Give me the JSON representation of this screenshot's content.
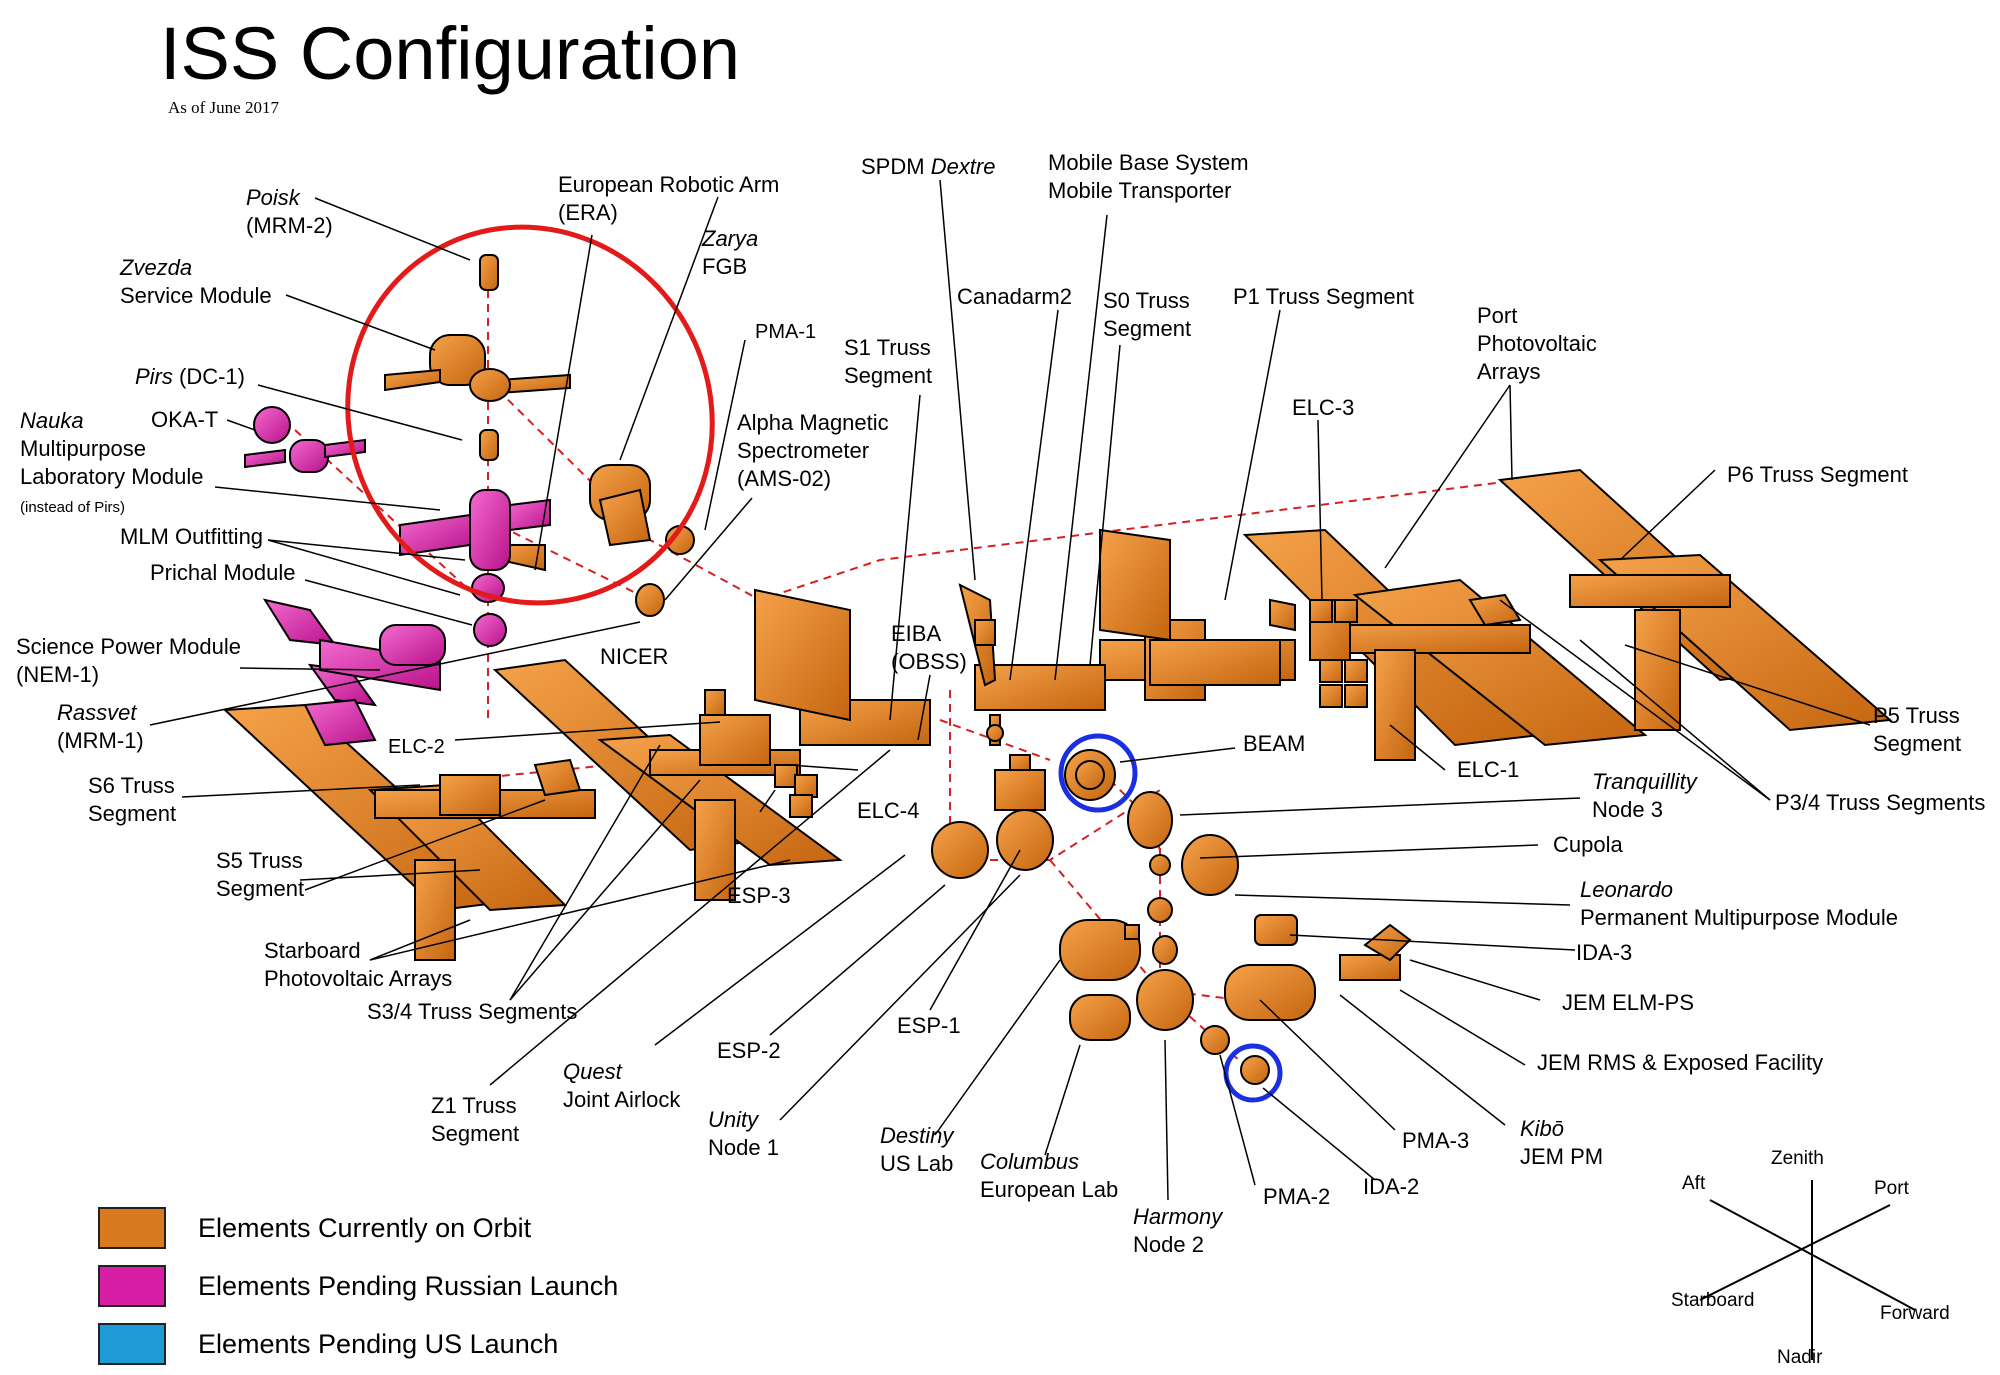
{
  "title": "ISS Configuration",
  "subtitle": "As of June 2017",
  "colors": {
    "on_orbit": "#d97a1e",
    "pending_russian": "#d91ea6",
    "pending_us": "#1e9ad6",
    "highlight_red": "#e31a1a",
    "highlight_blue": "#1a2ee3",
    "connector": "#d62020"
  },
  "labels": {
    "poisk": "Poisk",
    "poisk_sub": "(MRM-2)",
    "zvezda": "Zvezda",
    "zvezda_sub": "Service Module",
    "pirs": "Pirs",
    "pirs_sub": " (DC-1)",
    "nauka": "Nauka",
    "nauka_1": "Multipurpose",
    "nauka_2": "Laboratory Module",
    "nauka_3": "(instead of Pirs)",
    "okat": "OKA-T",
    "mlm_outfitting": "MLM Outfitting",
    "prichal": "Prichal Module",
    "spm_1": "Science Power Module",
    "spm_2": "(NEM-1)",
    "rassvet": "Rassvet",
    "rassvet_sub": "(MRM-1)",
    "s6_1": "S6 Truss",
    "s6_2": "Segment",
    "s5_1": "S5 Truss",
    "s5_2": "Segment",
    "starboard_pv_1": "Starboard",
    "starboard_pv_2": "Photovoltaic Arrays",
    "s34": "S3/4 Truss Segments",
    "z1_1": "Z1 Truss",
    "z1_2": "Segment",
    "quest": "Quest",
    "quest_sub": "Joint Airlock",
    "unity": "Unity",
    "unity_sub": "Node 1",
    "destiny": "Destiny",
    "destiny_sub": "US Lab",
    "columbus": "Columbus",
    "columbus_sub": "European Lab",
    "harmony": "Harmony",
    "harmony_sub": "Node 2",
    "pma2": "PMA-2",
    "ida2": "IDA-2",
    "pma3": "PMA-3",
    "kibo": "Kibō",
    "kibo_sub": "JEM PM",
    "jem_rms": "JEM RMS & Exposed Facility",
    "jem_elm": "JEM ELM-PS",
    "ida3": "IDA-3",
    "leonardo": "Leonardo",
    "leonardo_sub": "Permanent Multipurpose Module",
    "cupola": "Cupola",
    "tranquility": "Tranquillity",
    "tranquility_sub": "Node 3",
    "beam": "BEAM",
    "elc1": "ELC-1",
    "elc2": "ELC-2",
    "elc3": "ELC-3",
    "elc4": "ELC-4",
    "esp1": "ESP-1",
    "esp2": "ESP-2",
    "esp3": "ESP-3",
    "nicer": "NICER",
    "era_1": "European Robotic Arm",
    "era_2": "(ERA)",
    "zarya": "Zarya",
    "zarya_sub": "FGB",
    "pma1": "PMA-1",
    "s1_1": "S1 Truss",
    "s1_2": "Segment",
    "ams_1": "Alpha Magnetic",
    "ams_2": "Spectrometer",
    "ams_3": "(AMS-02)",
    "eiba_1": "EIBA",
    "eiba_2": "(OBSS)",
    "spdm": "SPDM ",
    "dextre": "Dextre",
    "canadarm2": "Canadarm2",
    "mbs_1": "Mobile Base System",
    "mbs_2": "Mobile Transporter",
    "s0_1": "S0 Truss",
    "s0_2": "Segment",
    "p1": "P1 Truss Segment",
    "port_pv_1": "Port",
    "port_pv_2": "Photovoltaic",
    "port_pv_3": "Arrays",
    "p6": "P6 Truss Segment",
    "p5_1": "P5 Truss",
    "p5_2": "Segment",
    "p34": "P3/4 Truss Segments"
  },
  "legend": [
    {
      "label": "Elements Currently on Orbit",
      "color": "#d97a1e"
    },
    {
      "label": "Elements Pending Russian Launch",
      "color": "#d91ea6"
    },
    {
      "label": "Elements Pending US Launch",
      "color": "#1e9ad6"
    }
  ],
  "directions": {
    "zenith": "Zenith",
    "nadir": "Nadir",
    "aft": "Aft",
    "port": "Port",
    "starboard": "Starboard",
    "forward": "Forward"
  }
}
